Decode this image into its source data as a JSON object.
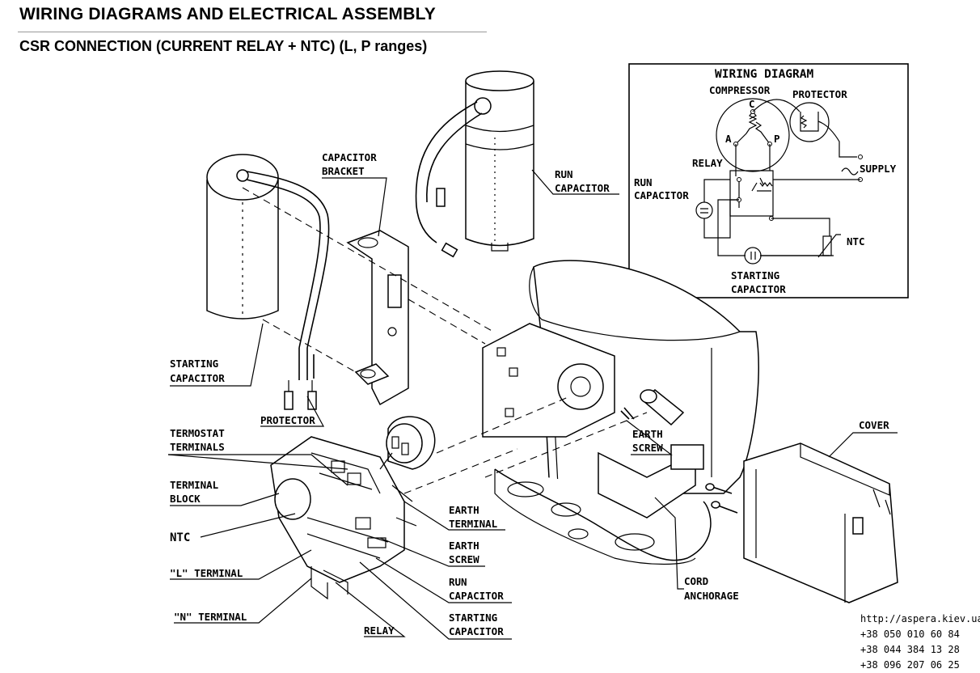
{
  "header": {
    "title": "WIRING DIAGRAMS AND ELECTRICAL ASSEMBLY",
    "subtitle": "CSR CONNECTION (CURRENT RELAY + NTC) (L, P ranges)"
  },
  "wiring_diagram": {
    "heading": "WIRING DIAGRAM",
    "compressor": "COMPRESSOR",
    "protector": "PROTECTOR",
    "terminal_c": "C",
    "terminal_a": "A",
    "terminal_p": "P",
    "relay": "RELAY",
    "supply": "SUPPLY",
    "run_capacitor_line1": "RUN",
    "run_capacitor_line2": "CAPACITOR",
    "ntc": "NTC",
    "starting_capacitor_line1": "STARTING",
    "starting_capacitor_line2": "CAPACITOR"
  },
  "callouts": {
    "capacitor_bracket_line1": "CAPACITOR",
    "capacitor_bracket_line2": "BRACKET",
    "run_capacitor_top_line1": "RUN",
    "run_capacitor_top_line2": "CAPACITOR",
    "starting_capacitor_left_line1": "STARTING",
    "starting_capacitor_left_line2": "CAPACITOR",
    "protector": "PROTECTOR",
    "termostat_terminals_line1": "TERMOSTAT",
    "termostat_terminals_line2": "TERMINALS",
    "terminal_block_line1": "TERMINAL",
    "terminal_block_line2": "BLOCK",
    "ntc": "NTC",
    "l_terminal": "\"L\" TERMINAL",
    "n_terminal": "\"N\" TERMINAL",
    "relay": "RELAY",
    "earth_terminal_line1": "EARTH",
    "earth_terminal_line2": "TERMINAL",
    "earth_screw_left_line1": "EARTH",
    "earth_screw_left_line2": "SCREW",
    "run_capacitor_bottom_line1": "RUN",
    "run_capacitor_bottom_line2": "CAPACITOR",
    "starting_capacitor_bottom_line1": "STARTING",
    "starting_capacitor_bottom_line2": "CAPACITOR",
    "earth_screw_right_line1": "EARTH",
    "earth_screw_right_line2": "SCREW",
    "cover": "COVER",
    "cord_anchorage_line1": "CORD",
    "cord_anchorage_line2": "ANCHORAGE"
  },
  "contact": {
    "url": "http://aspera.kiev.ua/",
    "phone1": "+38 050 010 60 84",
    "phone2": "+38 044 384 13 28",
    "phone3": "+38 096 207 06 25"
  }
}
